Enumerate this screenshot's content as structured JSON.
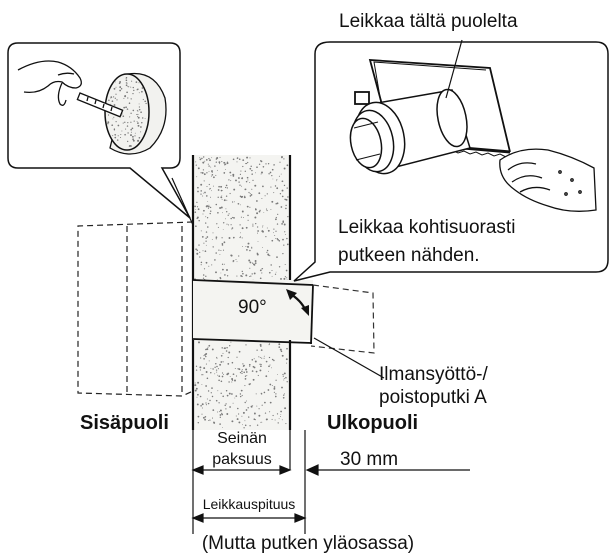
{
  "labels": {
    "cut_side": "Leikkaa tältä puolelta",
    "cut_perpendicular_1": "Leikkaa kohtisuorasti",
    "cut_perpendicular_2": "putkeen nähden.",
    "angle": "90°",
    "pipe_1": "Ilmansyöttö-/",
    "pipe_2": "poistoputki A",
    "inside": "Sisäpuoli",
    "outside": "Ulkopuoli",
    "wall_1": "Seinän",
    "wall_2": "paksuus",
    "extra": "30 mm",
    "cut_length": "Leikkauspituus",
    "footnote": "(Mutta putken yläosassa)"
  },
  "colors": {
    "line": "#111111",
    "wall_fill": "#f4f4f1",
    "speckle": "#7a7a7a"
  },
  "icons": {
    "tape_measure_hand": "hand-with-tape-measure-icon",
    "hacksaw": "hacksaw-icon",
    "glove_hand": "gloved-hand-icon"
  }
}
